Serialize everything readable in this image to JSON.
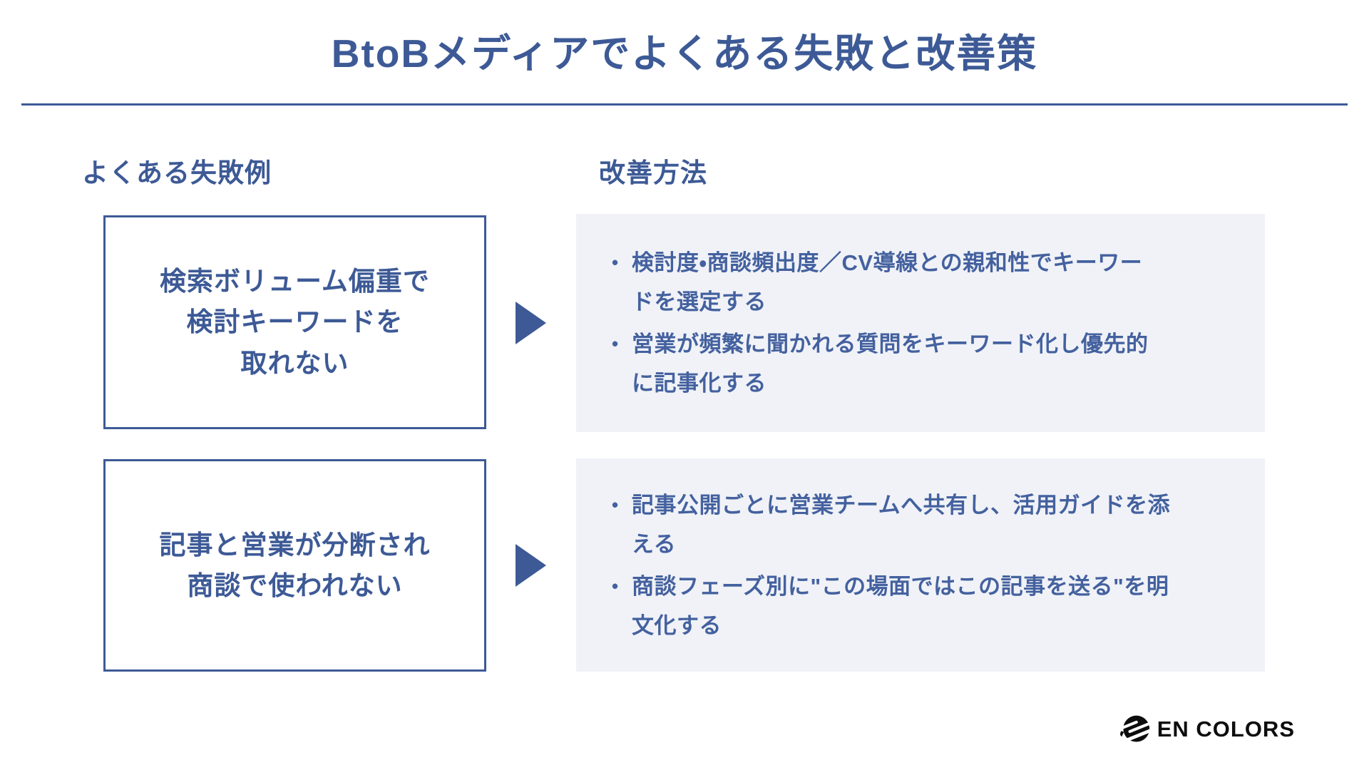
{
  "title": "BtoBメディアでよくある失敗と改善策",
  "columns": {
    "failures_label": "よくある失敗例",
    "improvements_label": "改善方法"
  },
  "rows": [
    {
      "failure": "検索ボリューム偏重で\n検討キーワードを\n取れない",
      "bullets": [
        "検討度・商談頻出度／CV導線との親和性でキーワー\nドを選定する",
        "営業が頻繁に聞かれる質問をキーワード化し優先的\nに記事化する"
      ]
    },
    {
      "failure": "記事と営業が分断され\n商談で使われない",
      "bullets": [
        "記事公開ごとに営業チームへ共有し、活用ガイドを添\nえる",
        "商談フェーズ別に\"この場面ではこの記事を送る\"を明\n文化する"
      ]
    }
  ],
  "logo": {
    "text": "EN COLORS",
    "icon": "encolors-globe-icon"
  },
  "colors": {
    "accent_blue": "#3d5a96",
    "bullet_blue": "#44619f",
    "panel_background": "#f0f2f7",
    "logo_black": "#0d0d0d"
  }
}
